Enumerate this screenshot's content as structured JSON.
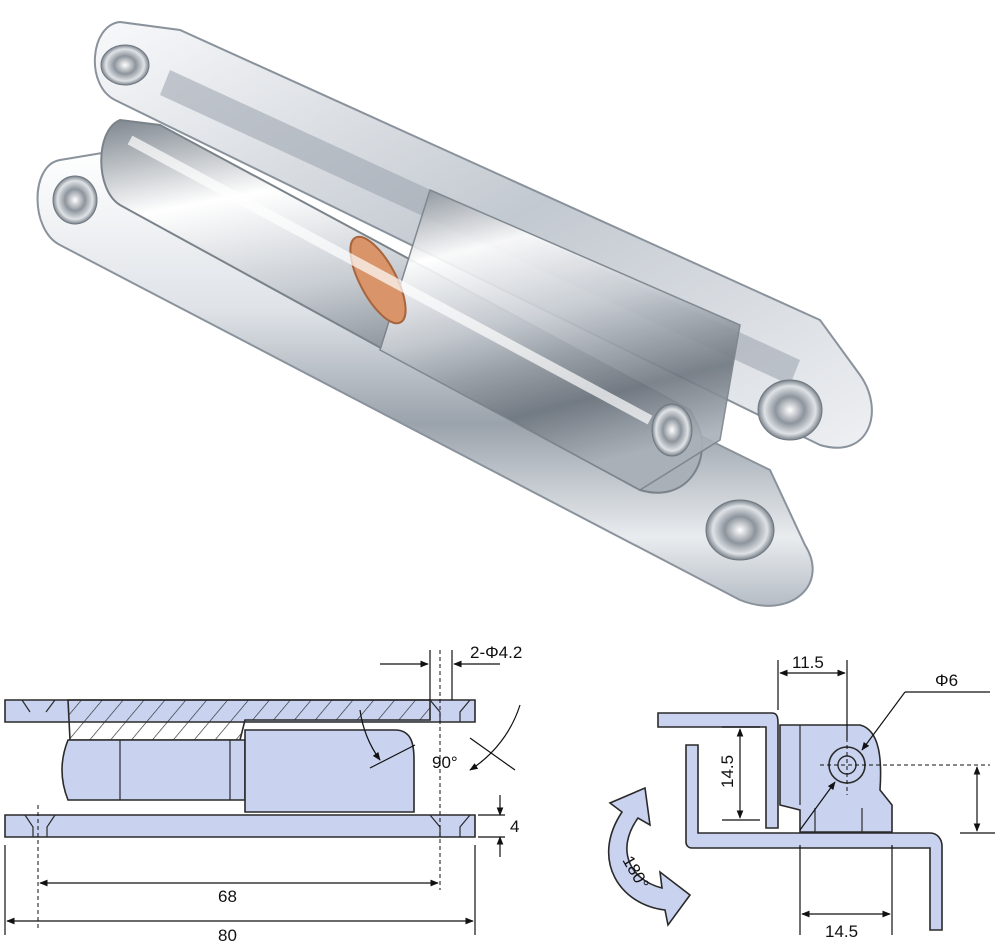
{
  "product": {
    "name_icon": "chrome-hinge-photo"
  },
  "side_view": {
    "hole_label": "2-Φ4.2",
    "angle_label": "90°",
    "thickness_label": "4",
    "hole_spacing_label": "68",
    "length_label": "80"
  },
  "end_view": {
    "top_offset_label": "11.5",
    "pin_label": "Φ6",
    "height_label": "14.5",
    "bottom_offset_label": "14.5",
    "rotation_label": "180°"
  },
  "colors": {
    "part_fill": "#c9d3f0",
    "outline": "#2a2a2a",
    "chrome_light": "#f4f6f8",
    "chrome_dark": "#8a929c",
    "bushing": "#d9946a"
  }
}
